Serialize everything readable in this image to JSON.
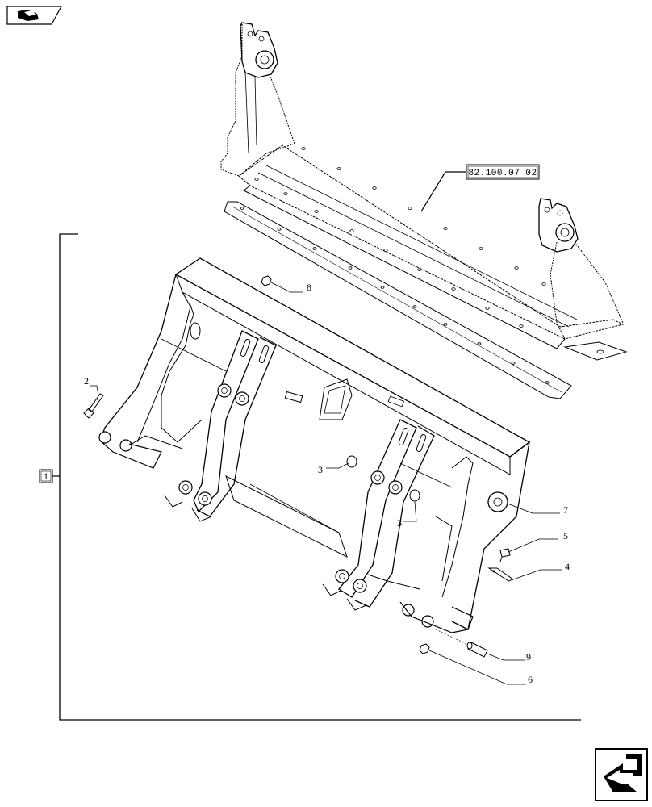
{
  "reference_label": "82.100.07 02",
  "assembly_label": "1",
  "callouts": [
    {
      "id": "callout-2",
      "label": "2"
    },
    {
      "id": "callout-3a",
      "label": "3"
    },
    {
      "id": "callout-3b",
      "label": "3"
    },
    {
      "id": "callout-4",
      "label": "4"
    },
    {
      "id": "callout-5",
      "label": "5"
    },
    {
      "id": "callout-6",
      "label": "6"
    },
    {
      "id": "callout-7",
      "label": "7"
    },
    {
      "id": "callout-8",
      "label": "8"
    },
    {
      "id": "callout-9",
      "label": "9"
    }
  ],
  "icons": {
    "top_left": "book-hand-icon",
    "bottom_right": "next-page-arrow-icon"
  }
}
